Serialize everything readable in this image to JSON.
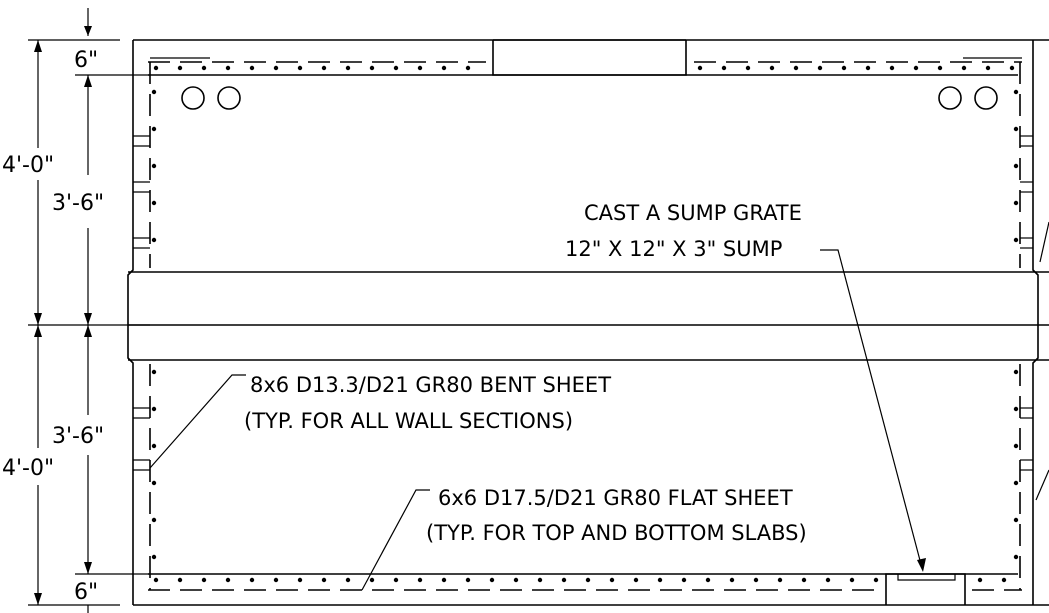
{
  "dimensions": {
    "top_slab": "6\"",
    "upper_total": "4'-0\"",
    "upper_inner": "3'-6\"",
    "lower_inner": "3'-6\"",
    "lower_total": "4'-0\"",
    "bottom_slab": "6\""
  },
  "notes": {
    "sump_line1": "CAST A SUMP GRATE",
    "sump_line2": "12\" X 12\" X 3\" SUMP",
    "bent_line1": "8x6 D13.3/D21 GR80 BENT SHEET",
    "bent_line2": "(TYP. FOR ALL WALL SECTIONS)",
    "flat_line1": "6x6 D17.5/D21 GR80 FLAT SHEET",
    "flat_line2": "(TYP. FOR TOP AND BOTTOM SLABS)"
  }
}
